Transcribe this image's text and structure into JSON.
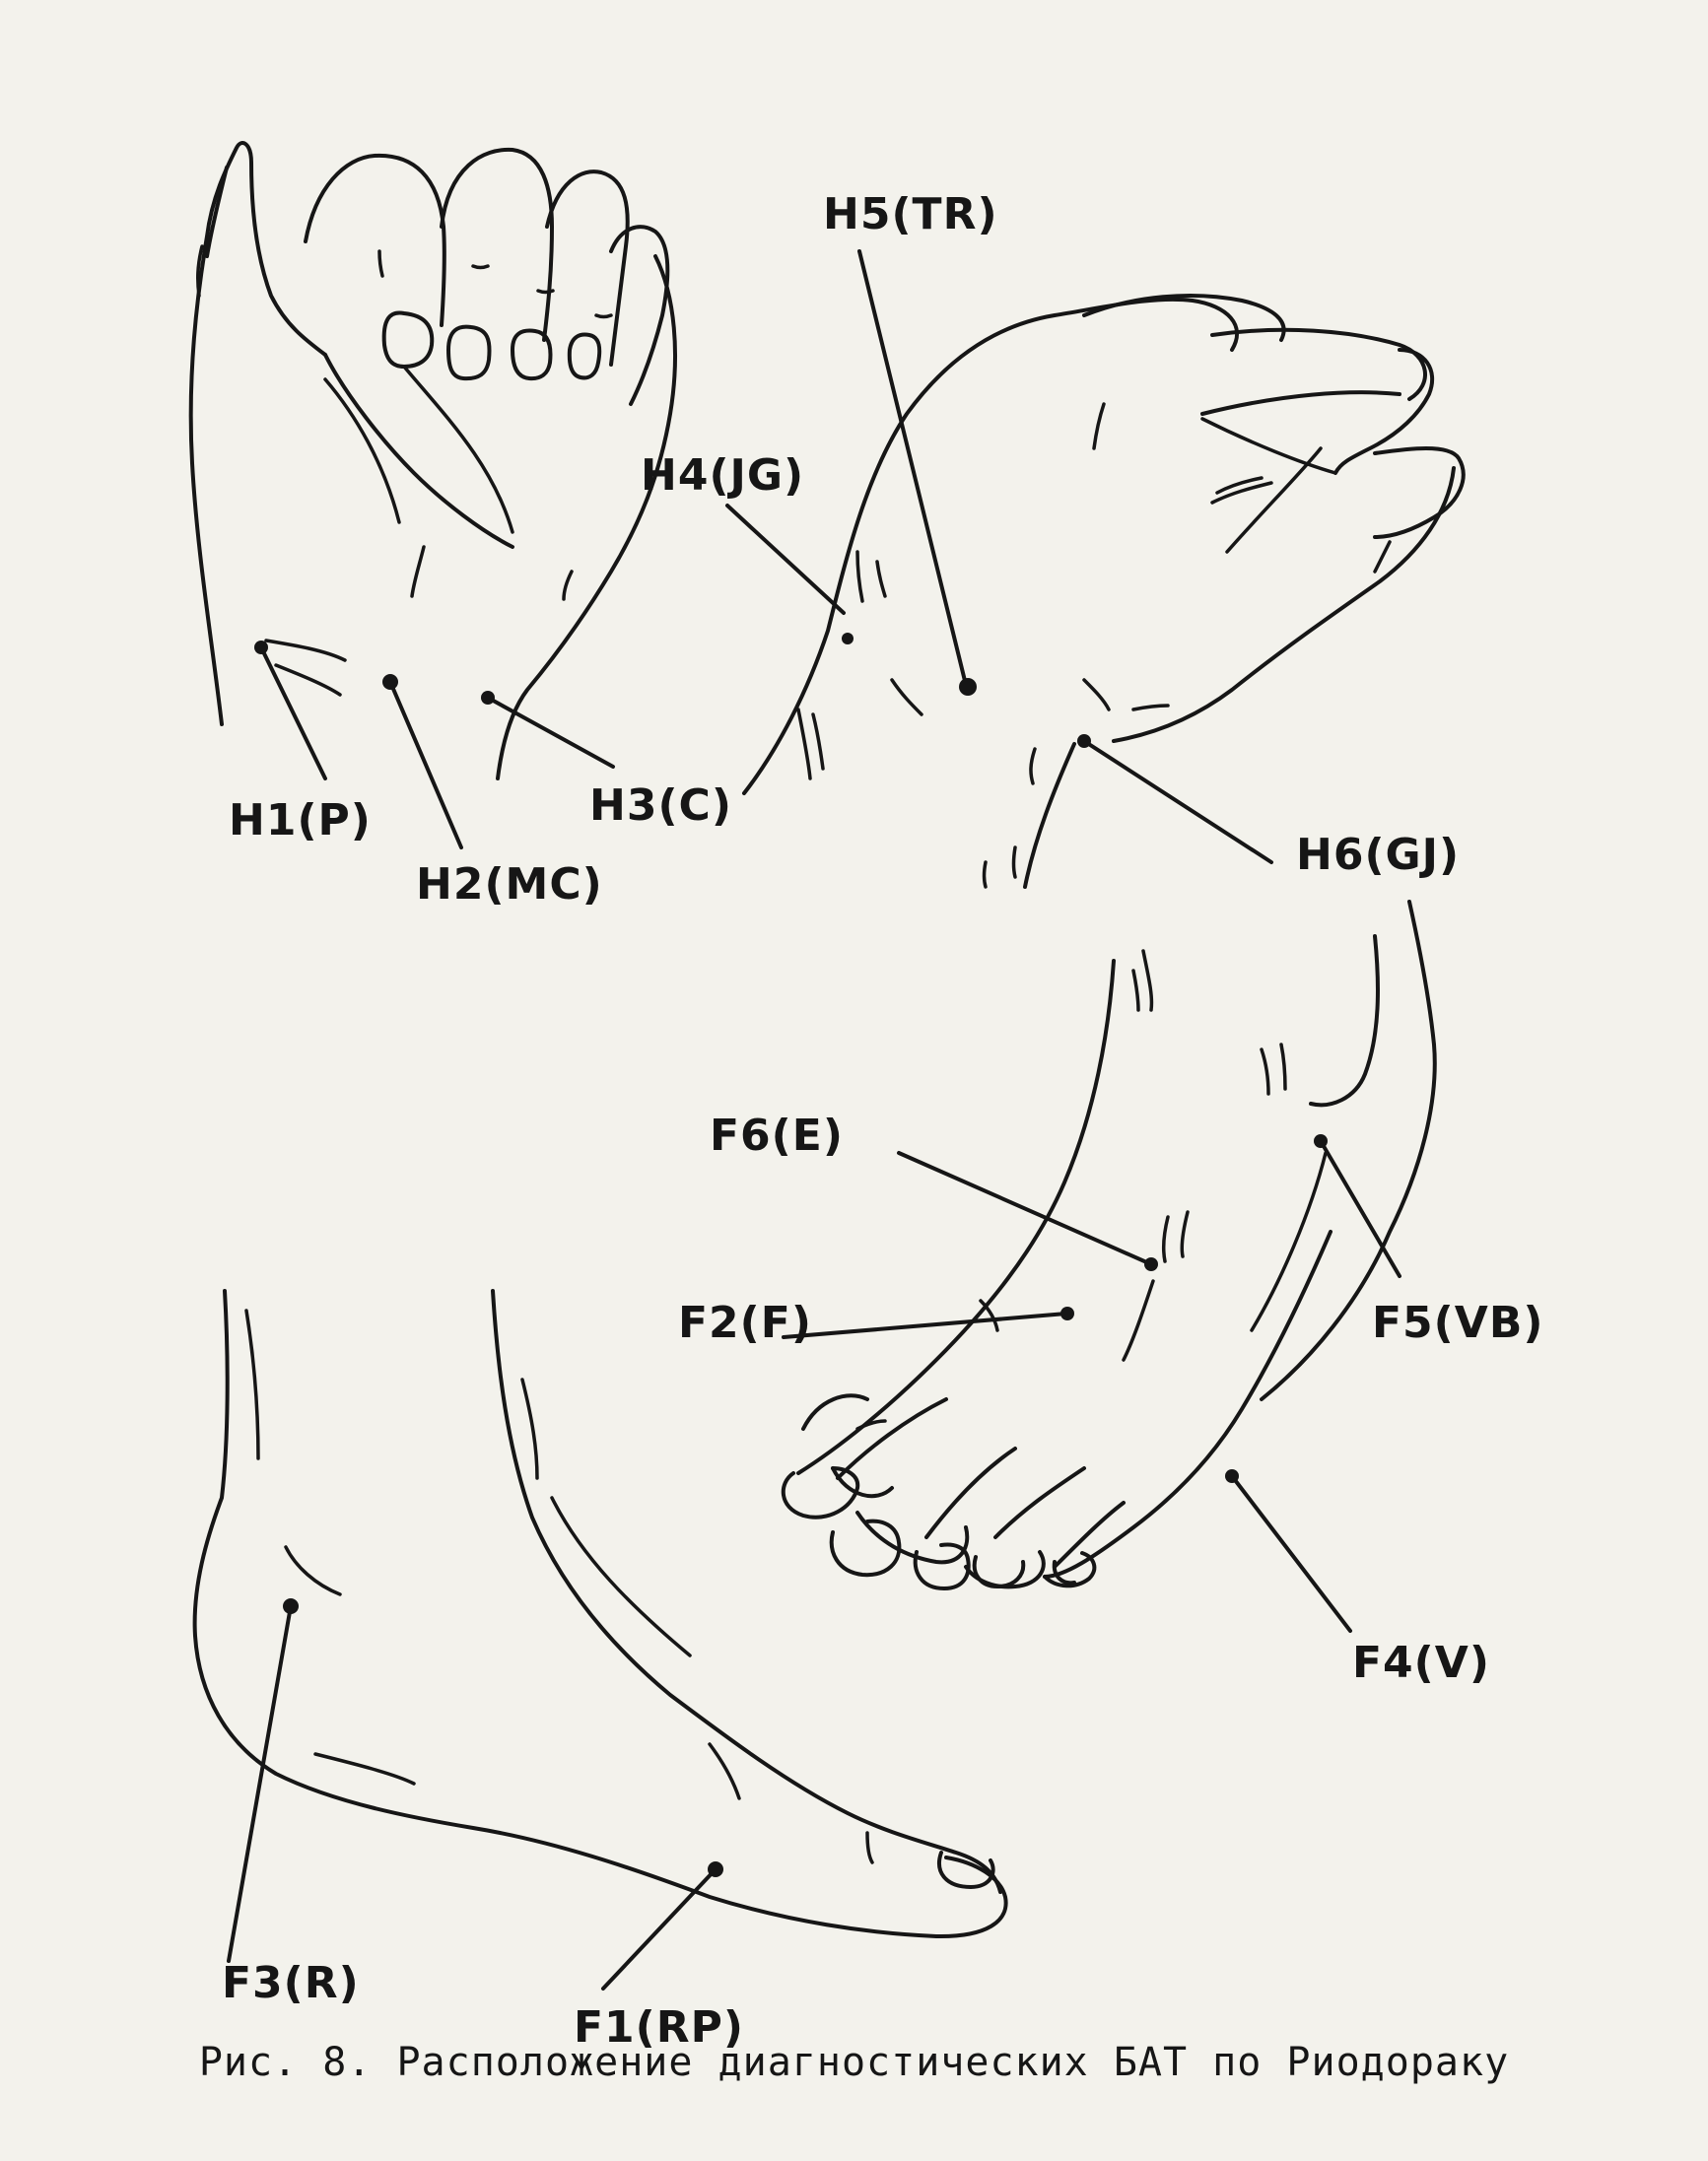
{
  "figure": {
    "caption": "Рис. 8. Расположение диагностических БАТ по Риодораку",
    "points": {
      "h1": "H1(P)",
      "h2": "H2(MC)",
      "h3": "H3(C)",
      "h4": "H4(JG)",
      "h5": "H5(TR)",
      "h6": "H6(GJ)",
      "f1": "F1(RP)",
      "f2": "F2(F)",
      "f3": "F3(R)",
      "f4": "F4(V)",
      "f5": "F5(VB)",
      "f6": "F6(E)"
    }
  }
}
